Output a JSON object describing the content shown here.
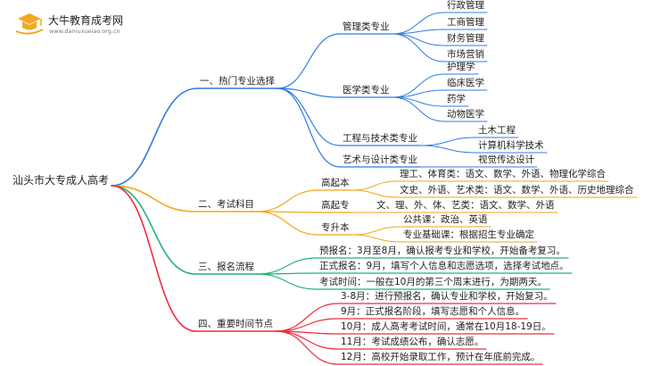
{
  "brand": {
    "name": "大牛教育成考网",
    "url": "www.daniuxueiao.org.cn"
  },
  "root": "汕头市大专成人高考",
  "branches": [
    {
      "label": "一、热门专业选择",
      "color": "#2f7de1",
      "groups": [
        {
          "label": "管理类专业",
          "items": [
            "行政管理",
            "工商管理",
            "财务管理",
            "市场营销"
          ]
        },
        {
          "label": "医学类专业",
          "items": [
            "护理学",
            "临床医学",
            "药学",
            "动物医学"
          ]
        },
        {
          "label": "工程与技术类专业",
          "items": [
            "土木工程",
            "计算机科学技术"
          ]
        },
        {
          "label": "艺术与设计类专业",
          "items": [
            "视觉传达设计"
          ]
        }
      ]
    },
    {
      "label": "二、考试科目",
      "color": "#f2a516",
      "groups": [
        {
          "label": "高起本",
          "items": [
            "理工、体育类：语文、数学、外语、物理化学综合",
            "文史、外语、艺术类：语文、数学、外语、历史地理综合"
          ]
        },
        {
          "label": "高起专",
          "items": [
            "文、理、外、体、艺类：语文、数学、外语"
          ]
        },
        {
          "label": "专升本",
          "items": [
            "公共课：政治、英语",
            "专业基础课：根据招生专业确定"
          ]
        }
      ]
    },
    {
      "label": "三、报名流程",
      "color": "#22b573",
      "items": [
        "预报名：3月至8月，确认报考专业和学校，开始备考复习。",
        "正式报名：9月，填写个人信息和志愿选项，选择考试地点。",
        "考试时间：一般在10月的第三个周末进行，为期两天。"
      ]
    },
    {
      "label": "四、重要时间节点",
      "color": "#ee2d3c",
      "items": [
        "3-8月：进行预报名，确认专业和学校，开始复习。",
        "9月：正式报名阶段，填写志愿和个人信息。",
        "10月：成人高考考试时间，通常在10月18-19日。",
        "11月：考试成绩公布，确认志愿。",
        "12月：高校开始录取工作，预计在年底前完成。"
      ]
    }
  ]
}
